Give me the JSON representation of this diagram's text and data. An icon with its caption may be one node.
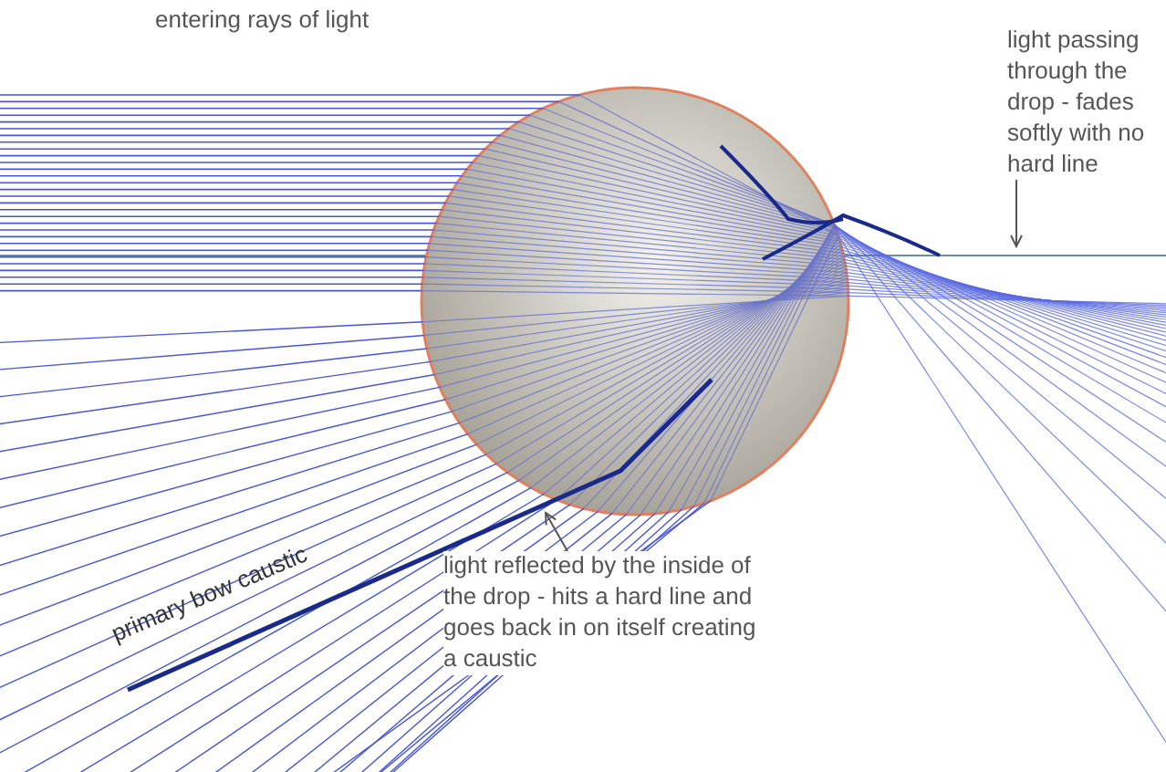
{
  "diagram": {
    "nodes": [
      {
        "text": [
          "light passing through the drop - fades softly with no hard line"
        ]
      },
      {
        "text": [
          "light reflected by the inside of the drop - hits a hard line and goes back in on itself creating a caustic"
        ]
      }
    ],
    "edges": [
      {
        "from": 0,
        "to": null,
        "arrow": "to"
      },
      {
        "from": 1,
        "to": null,
        "arrow": "to"
      }
    ],
    "labels": [
      "entering rays of light",
      "primary bow caustic"
    ]
  }
}
